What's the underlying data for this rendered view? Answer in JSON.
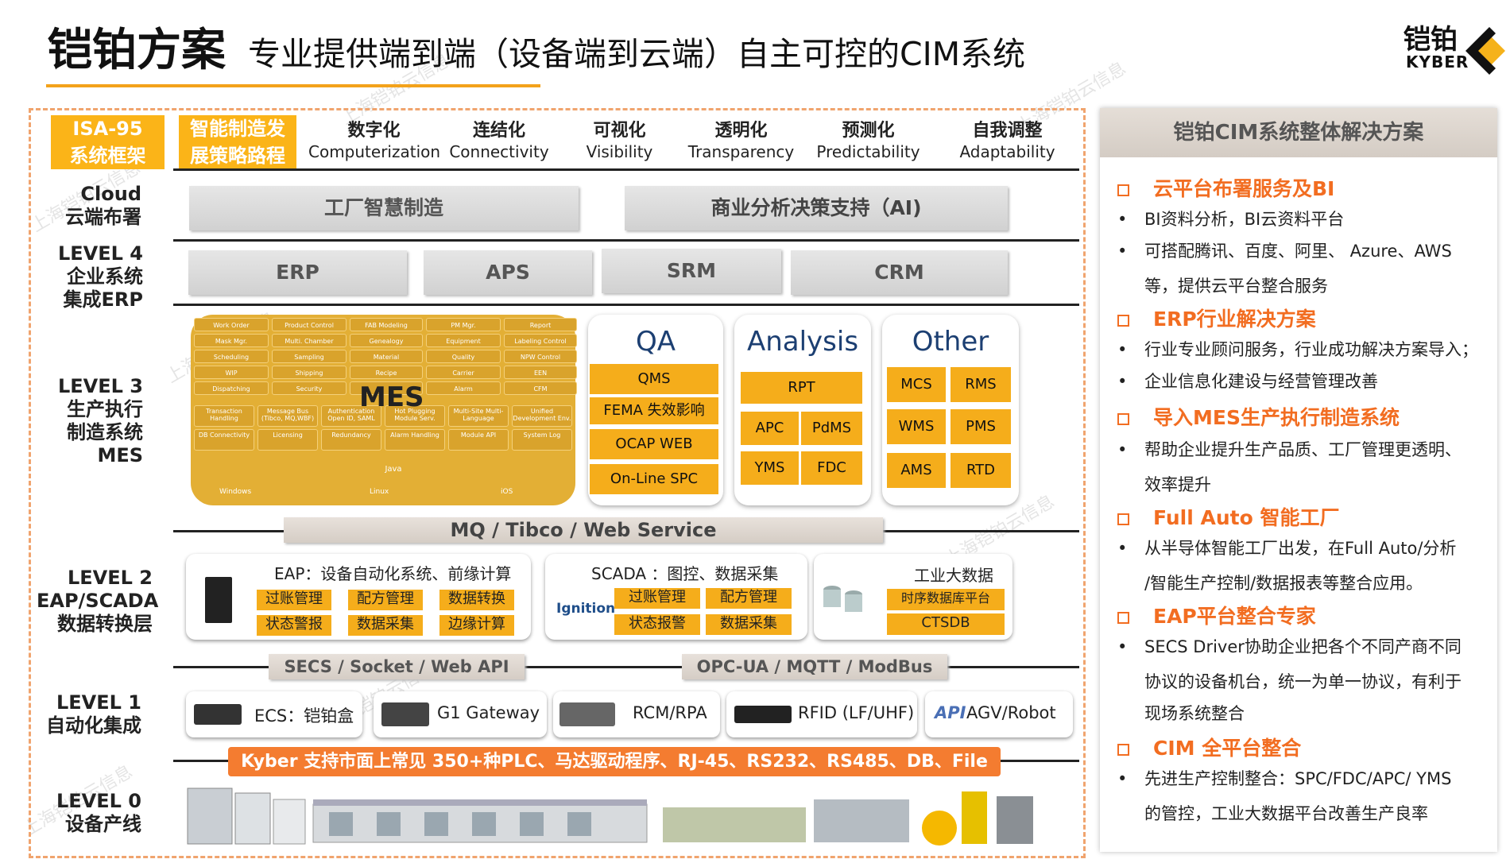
{
  "title": {
    "main": "铠铂方案",
    "sub": "专业提供端到端（设备端到云端）自主可控的CIM系统"
  },
  "logo": {
    "cn": "铠铂",
    "en": "KYBER"
  },
  "watermark": "上海铠铂云信息",
  "header": {
    "isa": [
      "ISA-95",
      "系统框架"
    ],
    "strategy": [
      "智能制造发",
      "展策略路程"
    ],
    "columns": [
      {
        "cn": "数字化",
        "en": "Computerization"
      },
      {
        "cn": "连结化",
        "en": "Connectivity"
      },
      {
        "cn": "可视化",
        "en": "Visibility"
      },
      {
        "cn": "透明化",
        "en": "Transparency"
      },
      {
        "cn": "预测化",
        "en": "Predictability"
      },
      {
        "cn": "自我调整",
        "en": "Adaptability"
      }
    ]
  },
  "levels": {
    "cloud": {
      "label": [
        "Cloud",
        "云端布署"
      ],
      "items": [
        "工厂智慧制造",
        "商业分析决策支持（AI)"
      ]
    },
    "l4": {
      "label": [
        "LEVEL 4",
        "企业系统",
        "集成ERP"
      ],
      "items": [
        "ERP",
        "APS",
        "SRM",
        "CRM"
      ]
    },
    "l3": {
      "label": [
        "LEVEL 3",
        "生产执行",
        "制造系统",
        "MES"
      ],
      "mes": {
        "title": "MES",
        "cells": [
          [
            "Work Order",
            "Product Control",
            "FAB Modeling",
            "PM Mgr.",
            "Report"
          ],
          [
            "Mask Mgr.",
            "Multi. Chamber",
            "Genealogy",
            "Equipment",
            "Labeling Control"
          ],
          [
            "Scheduling",
            "Sampling",
            "Material",
            "Quality",
            "NPW Control"
          ],
          [
            "WIP",
            "Shipping",
            "Recipe",
            "Carrier",
            "EEN"
          ],
          [
            "Dispatching",
            "Security",
            "",
            "Alarm",
            "CFM"
          ]
        ],
        "bottom": [
          [
            "Transaction Handling",
            "Message Bus (Tibco, MQ,WBF)",
            "Authentication Open ID, SAML",
            "Hot Plugging Module Serv.",
            "Multi-Site Multi-Language",
            "Unified Development Env."
          ],
          [
            "DB Connectivity",
            "Licensing",
            "Redundancy",
            "Alarm Handling",
            "Module API",
            "System Log"
          ]
        ],
        "java": "Java",
        "os": [
          "Windows",
          "Linux",
          "iOS"
        ]
      },
      "qa": {
        "title": "QA",
        "items": [
          "QMS",
          "FEMA 失效影响",
          "OCAP WEB",
          "On-Line SPC"
        ]
      },
      "analysis": {
        "title": "Analysis",
        "items": [
          "RPT",
          "APC",
          "PdMS",
          "YMS",
          "FDC"
        ]
      },
      "other": {
        "title": "Other",
        "items": [
          "MCS",
          "RMS",
          "WMS",
          "PMS",
          "AMS",
          "RTD"
        ]
      }
    },
    "mq": "MQ / Tibco / Web Service",
    "l2": {
      "label": [
        "LEVEL 2",
        "EAP/SCADA",
        "数据转换层"
      ],
      "eap": {
        "title": "EAP：设备自动化系统、前缘计算",
        "items": [
          "过账管理",
          "配方管理",
          "数据转换",
          "状态警报",
          "数据采集",
          "边缘计算"
        ]
      },
      "scada": {
        "title": "SCADA ：图控、数据采集",
        "logo": "Ignition",
        "items": [
          "过账管理",
          "配方管理",
          "状态报警",
          "数据采集"
        ]
      },
      "bigdata": {
        "title": "工业大数据",
        "items": [
          "时序数据库平台",
          "CTSDB"
        ]
      }
    },
    "protocols": [
      "SECS / Socket / Web API",
      "OPC-UA / MQTT / ModBus"
    ],
    "l1": {
      "label": [
        "LEVEL 1",
        "自动化集成"
      ],
      "items": [
        "ECS：铠铂盒",
        "G1 Gateway",
        "RCM/RPA",
        "RFID (LF/UHF)",
        "AGV/Robot"
      ],
      "api": "API"
    },
    "plc": "Kyber 支持市面上常见 350+种PLC、马达驱动程序、RJ-45、RS232、RS485、DB、File",
    "l0": {
      "label": [
        "LEVEL 0",
        "设备产线"
      ]
    }
  },
  "right": {
    "title": "铠铂CIM系统整体解决方案",
    "sections": [
      {
        "h": "云平台布署服务及BI",
        "b": [
          "BI资料分析，BI云资料平台",
          "可搭配腾讯、百度、阿里、 Azure、AWS"
        ],
        "c": [
          "等，提供云平台整合服务"
        ]
      },
      {
        "h": "ERP行业解决方案",
        "b": [
          "行业专业顾问服务，行业成功解决方案导入；",
          "企业信息化建设与经营管理改善"
        ],
        "c": []
      },
      {
        "h": "导入MES生产执行制造系统",
        "b": [
          "帮助企业提升生产品质、工厂管理更透明、"
        ],
        "c": [
          "效率提升"
        ]
      },
      {
        "h": "Full Auto 智能工厂",
        "b": [
          "从半导体智能工厂出发，在Full Auto/分析"
        ],
        "c": [
          "/智能生产控制/数据报表等整合应用。"
        ]
      },
      {
        "h": "EAP平台整合专家",
        "b": [
          "SECS Driver协助企业把各个不同产商不同"
        ],
        "c": [
          "协议的设备机台，统一为单一协议，有利于",
          "现场系统整合"
        ]
      },
      {
        "h": "CIM 全平台整合",
        "b": [
          "先进生产控制整合：SPC/FDC/APC/ YMS"
        ],
        "c": [
          "的管控，工业大数据平台改善生产良率"
        ]
      }
    ]
  }
}
